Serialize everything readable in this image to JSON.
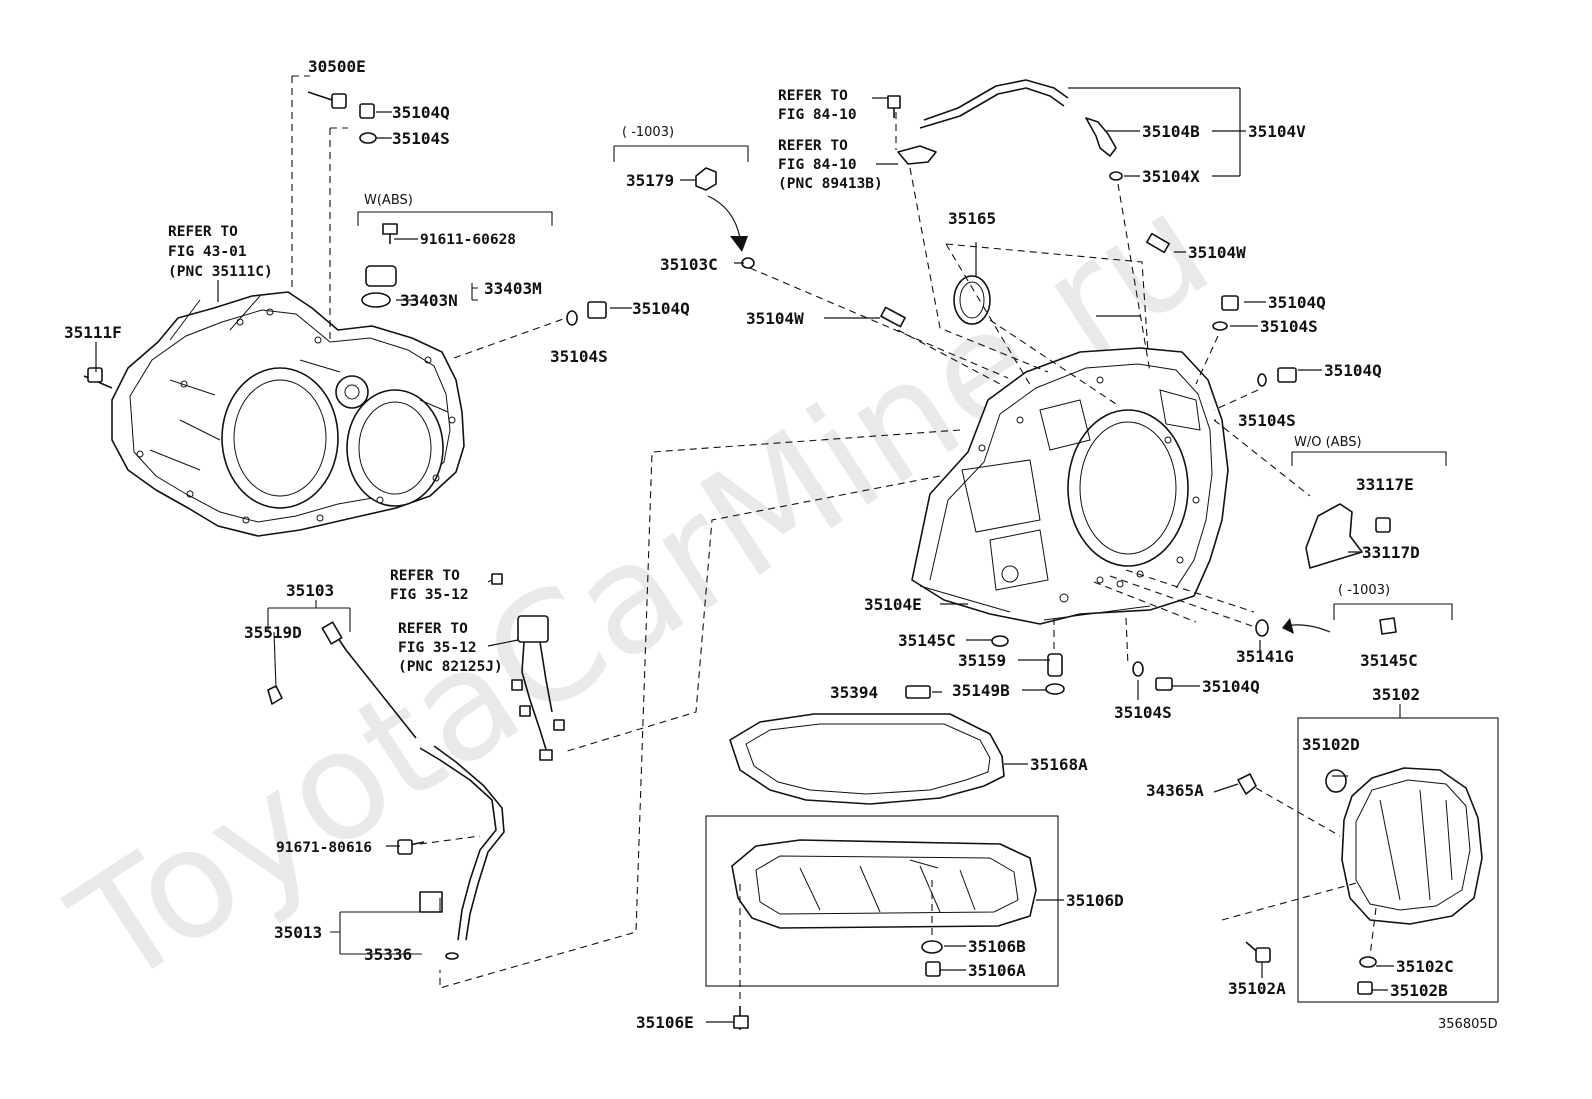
{
  "watermark": "ToyotaCarMine.ru",
  "diagram_id": "356805D",
  "labels": {
    "p30500E": "30500E",
    "p35104Q_a": "35104Q",
    "p35104S_a": "35104S",
    "wabs": "W(ABS)",
    "p91611": "91611-60628",
    "p33403M": "33403M",
    "p33403N": "33403N",
    "p35104Q_b": "35104Q",
    "p35104S_b": "35104S",
    "p35111F": "35111F",
    "r1_l1": "REFER TO",
    "r1_l2": "FIG 43-01",
    "r1_l3": "(PNC 35111C)",
    "period_a": "(    -1003)",
    "p35179": "35179",
    "p35103C": "35103C",
    "r2_l1": "REFER TO",
    "r2_l2": "FIG 84-10",
    "r3_l1": "REFER TO",
    "r3_l2": "FIG 84-10",
    "r3_l3": "(PNC 89413B)",
    "p35104B": "35104B",
    "p35104V": "35104V",
    "p35104X": "35104X",
    "p35165": "35165",
    "p35104W_a": "35104W",
    "p35104W_b": "35104W",
    "p35104Q_c": "35104Q",
    "p35104S_c": "35104S",
    "p35104Q_d": "35104Q",
    "p35104S_d": "35104S",
    "wo_abs": "W/O (ABS)",
    "p33117E": "33117E",
    "p33117D": "33117D",
    "period_b": "(    -1003)",
    "p35145C_b": "35145C",
    "p35141G": "35141G",
    "p35104E": "35104E",
    "p35145C_a": "35145C",
    "p35159": "35159",
    "p35149B": "35149B",
    "p35394": "35394",
    "p35104Q_e": "35104Q",
    "p35104S_e": "35104S",
    "p35102": "35102",
    "p35102D": "35102D",
    "p34365A": "34365A",
    "p35102C": "35102C",
    "p35102B": "35102B",
    "p35102A": "35102A",
    "p35103": "35103",
    "p35519D": "35519D",
    "r4_l1": "REFER TO",
    "r4_l2": "FIG 35-12",
    "r5_l1": "REFER TO",
    "r5_l2": "FIG 35-12",
    "r5_l3": "(PNC 82125J)",
    "p91671": "91671-80616",
    "p35013": "35013",
    "p35336": "35336",
    "p35168A": "35168A",
    "p35106D": "35106D",
    "p35106B": "35106B",
    "p35106A": "35106A",
    "p35106E": "35106E"
  }
}
